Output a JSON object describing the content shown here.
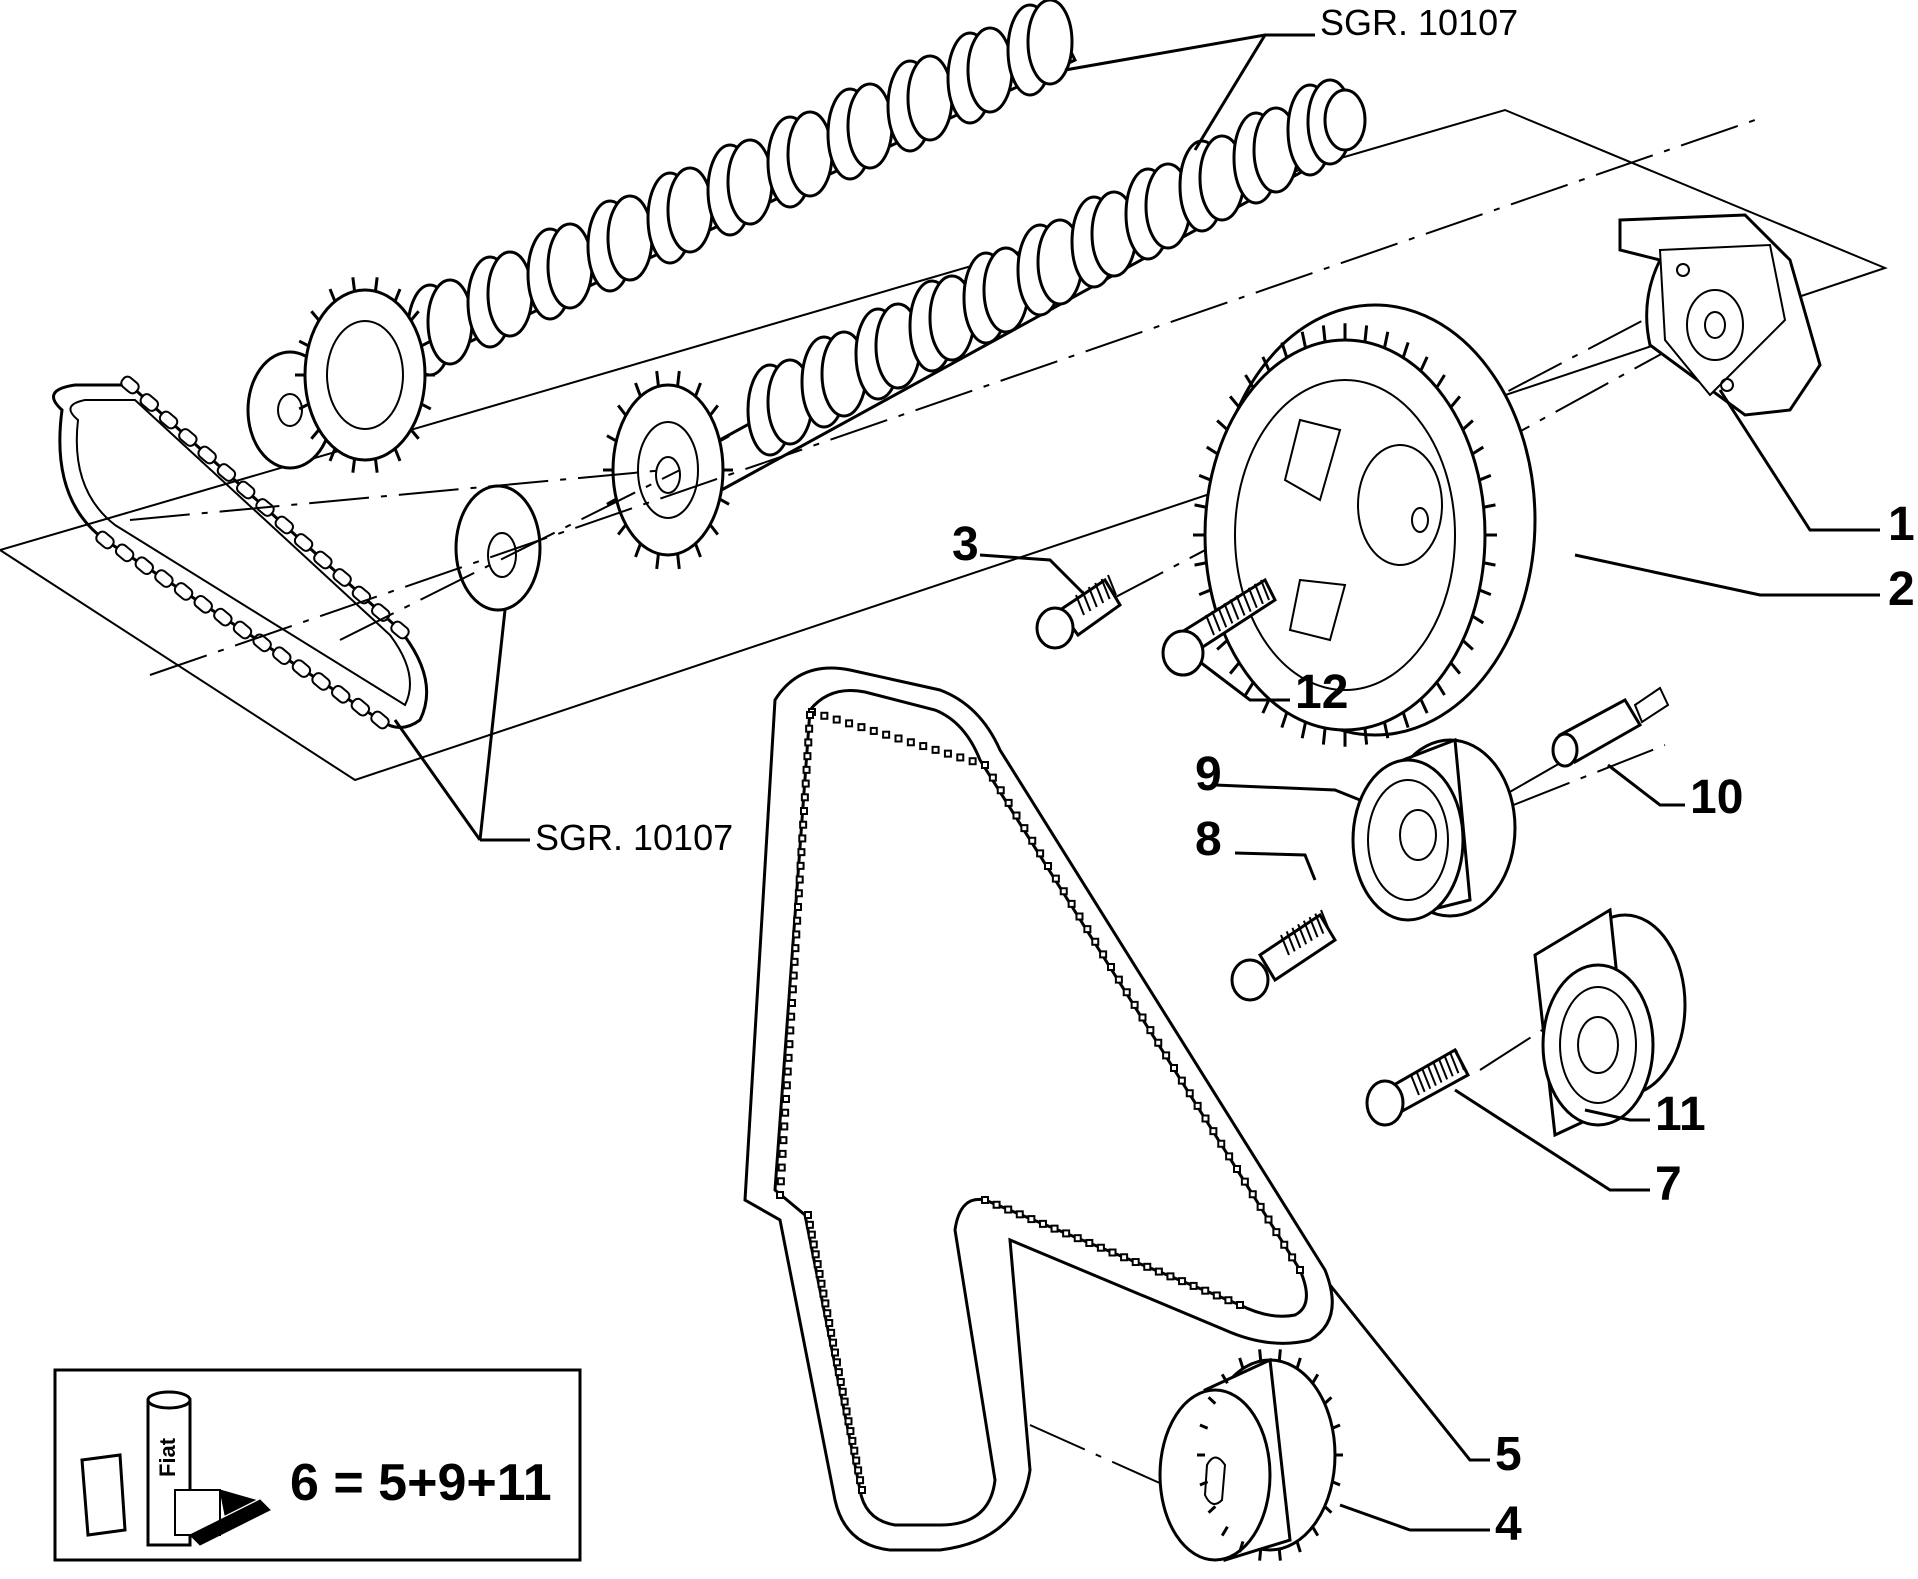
{
  "references": {
    "top": "SGR. 10107",
    "bottom": "SGR. 10107"
  },
  "callouts": {
    "p1": "1",
    "p2": "2",
    "p3": "3",
    "p4": "4",
    "p5": "5",
    "p7": "7",
    "p8": "8",
    "p9": "9",
    "p10": "10",
    "p11": "11",
    "p12": "12"
  },
  "kit": {
    "equation": "6 = 5+9+11",
    "package_logo": "Fiat"
  },
  "icons": [
    "camshaft",
    "chain",
    "sprocket",
    "washer",
    "toothed-pulley",
    "timing-belt",
    "tensioner-pulley",
    "idler-pulley",
    "bolt",
    "stud",
    "crank-pulley",
    "kit-package"
  ]
}
